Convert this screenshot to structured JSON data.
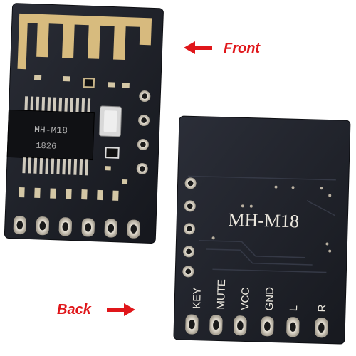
{
  "labels": {
    "front": "Front",
    "back": "Back"
  },
  "front_board": {
    "chip_marking_line1": "MH-M18",
    "chip_marking_line2": "1826"
  },
  "back_board": {
    "board_title": "MH-M18",
    "pin_labels": [
      "KEY",
      "MUTE",
      "VCC",
      "GND",
      "L",
      "R"
    ]
  },
  "colors": {
    "arrow": "#e0161a",
    "pcb": "#1c1f27",
    "antenna": "#e2c383",
    "pad": "#d9d2c5"
  }
}
